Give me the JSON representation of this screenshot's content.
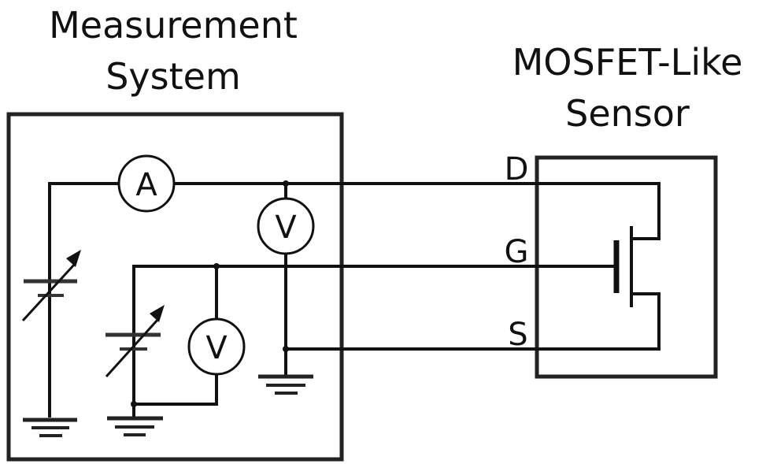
{
  "measurement_system": {
    "title_line1": "Measurement",
    "title_line2": "System",
    "ammeter": {
      "symbol": "A"
    },
    "voltmeter_drain_source": {
      "symbol": "V"
    },
    "voltmeter_gate": {
      "symbol": "V"
    }
  },
  "sensor": {
    "title_line1": "MOSFET-Like",
    "title_line2": "Sensor",
    "pins": {
      "drain": "D",
      "gate": "G",
      "source": "S"
    }
  },
  "colors": {
    "line": "#111111",
    "background": "#ffffff"
  }
}
